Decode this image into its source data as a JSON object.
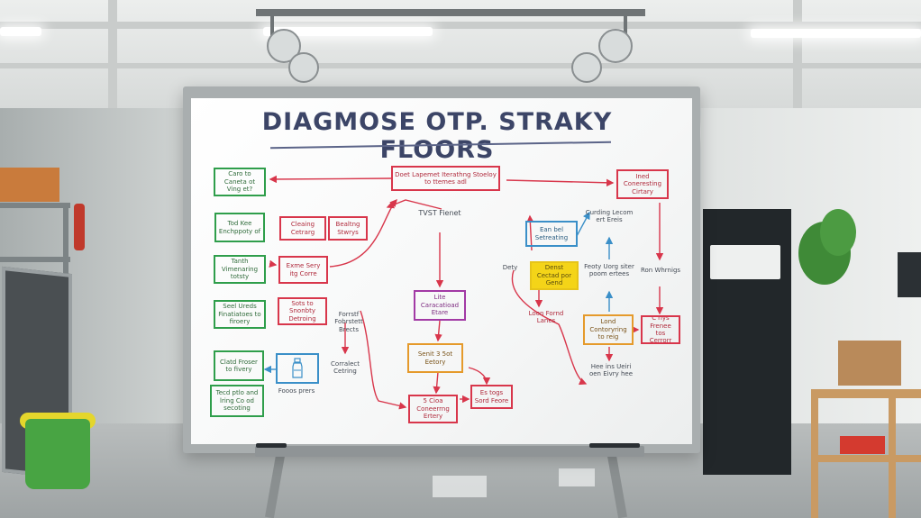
{
  "board": {
    "title": "DIAGMOSE OTP. STRAKY FLOORS",
    "notes": {
      "n1": "Caro to Caneta ot Ving et?",
      "n2": "Tod Kee Enchppoty of",
      "n3": "Tanth Vimenaring totsty",
      "n4": "Seel Ureds Finatiatoes to firoery",
      "n5": "Clatd Froser to fivery",
      "n6": "Tecd ptlo and lring Co od secoting",
      "n7": "Cleaing Cetrarg",
      "n8": "Bealtng Stwrys",
      "n9": "Exme Sery itg Corre",
      "n10": "Sots to Snonbty Detroing",
      "n11": "Doet Lapemet Iterathng Stoeloy to ttemes adl",
      "n12": "Ined Coneresting Cirtary",
      "n13": "Lite Caracatioad Etare",
      "n14": "Senit 3 5ot Eetory",
      "n15": "5 Cioa Coneerrng Ertery",
      "n16": "Es togs Sord Feore",
      "n17": "Ean bel Setreating",
      "n18": "Denst Cectad por Gend",
      "n19": "Lond Contoryring to reig",
      "n20": "C'rlys Frenee tos Cerrorr"
    },
    "labels": {
      "l1": "TVST Fienet",
      "l2": "Forrstf Fobrstett Brects",
      "l3": "Corralect Cetring",
      "l4": "Fooos prers",
      "l5": "Loon Fornd Lanes",
      "l6": "Dety",
      "l7": "Curding Lecom ert Ereis",
      "l8": "Feoty Uorg siter poom ertees",
      "l9": "Ron Whrnigs",
      "l10": "Hee ins Ueiri oen Eivry hee"
    }
  },
  "colors": {
    "ink_title": "#3c4567",
    "ink_red": "#d8364b",
    "ink_green": "#2f9e4b",
    "ink_purple": "#a23aa5",
    "ink_orange": "#e59a2b",
    "ink_blue": "#3a8fc8",
    "sticky_yellow": "#f4d418"
  },
  "icons": [
    "bottle-icon"
  ]
}
